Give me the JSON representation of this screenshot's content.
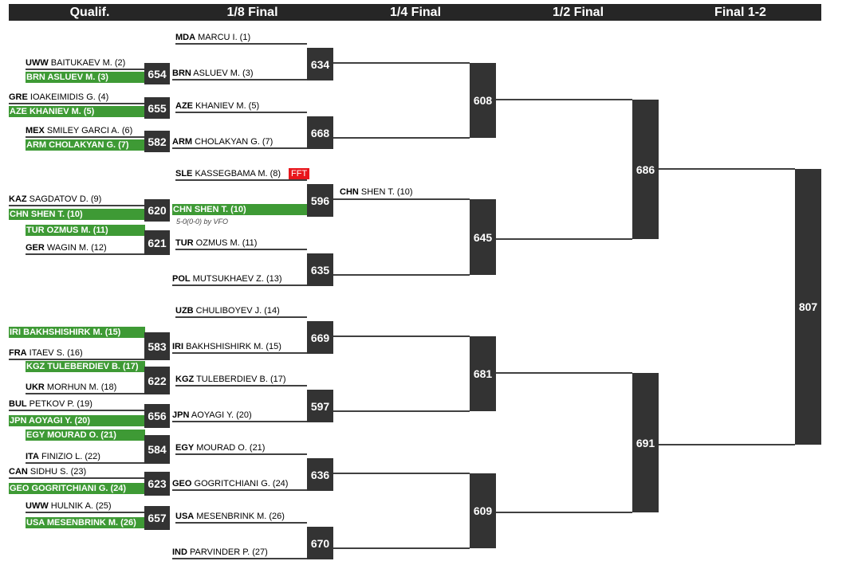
{
  "headers": [
    "Qualif.",
    "1/8 Final",
    "1/4 Final",
    "1/2 Final",
    "Final 1-2"
  ],
  "colors": {
    "header_bg": "#262626",
    "winner_green": "#3e9a35",
    "match_box": "#333333",
    "forfeit_red": "#e8161c"
  },
  "qualif": [
    {
      "top": {
        "c": "UWW",
        "n": "BAITUKAEV M. (2)"
      },
      "bottom": {
        "c": "BRN",
        "n": "ASLUEV M. (3)"
      },
      "winner": "bottom",
      "match": "654"
    },
    {
      "top": {
        "c": "GRE",
        "n": "IOAKEIMIDIS G. (4)"
      },
      "bottom": {
        "c": "AZE",
        "n": "KHANIEV M. (5)"
      },
      "winner": "bottom",
      "match": "655"
    },
    {
      "top": {
        "c": "MEX",
        "n": "SMILEY GARCI A. (6)"
      },
      "bottom": {
        "c": "ARM",
        "n": "CHOLAKYAN G. (7)"
      },
      "winner": "bottom",
      "match": "582"
    },
    {
      "top": {
        "c": "KAZ",
        "n": "SAGDATOV D. (9)"
      },
      "bottom": {
        "c": "CHN",
        "n": "SHEN T. (10)"
      },
      "winner": "bottom",
      "match": "620"
    },
    {
      "top": {
        "c": "TUR",
        "n": "OZMUS M. (11)"
      },
      "bottom": {
        "c": "GER",
        "n": "WAGIN M. (12)"
      },
      "winner": "top",
      "match": "621"
    },
    {
      "top": {
        "c": "IRI",
        "n": "BAKHSHISHIRK M. (15)"
      },
      "bottom": {
        "c": "FRA",
        "n": "ITAEV S. (16)"
      },
      "winner": "top",
      "match": "583"
    },
    {
      "top": {
        "c": "KGZ",
        "n": "TULEBERDIEV B. (17)"
      },
      "bottom": {
        "c": "UKR",
        "n": "MORHUN M. (18)"
      },
      "winner": "top",
      "match": "622"
    },
    {
      "top": {
        "c": "BUL",
        "n": "PETKOV P. (19)"
      },
      "bottom": {
        "c": "JPN",
        "n": "AOYAGI Y. (20)"
      },
      "winner": "bottom",
      "match": "656"
    },
    {
      "top": {
        "c": "EGY",
        "n": "MOURAD O. (21)"
      },
      "bottom": {
        "c": "ITA",
        "n": "FINIZIO L. (22)"
      },
      "winner": "top",
      "match": "584"
    },
    {
      "top": {
        "c": "CAN",
        "n": "SIDHU S. (23)"
      },
      "bottom": {
        "c": "GEO",
        "n": "GOGRITCHIANI G. (24)"
      },
      "winner": "bottom",
      "match": "623"
    },
    {
      "top": {
        "c": "UWW",
        "n": "HULNIK A. (25)"
      },
      "bottom": {
        "c": "USA",
        "n": "MESENBRINK M. (26)"
      },
      "winner": "bottom",
      "match": "657"
    }
  ],
  "eighth": [
    {
      "top": {
        "c": "MDA",
        "n": "MARCU I. (1)"
      },
      "bottom": {
        "c": "BRN",
        "n": "ASLUEV M. (3)"
      },
      "match": "634"
    },
    {
      "top": {
        "c": "AZE",
        "n": "KHANIEV M. (5)"
      },
      "bottom": {
        "c": "ARM",
        "n": "CHOLAKYAN G. (7)"
      },
      "match": "668"
    },
    {
      "top": {
        "c": "SLE",
        "n": "KASSEGBAMA M. (8)",
        "badge": "FFT"
      },
      "bottom": {
        "c": "CHN",
        "n": "SHEN T. (10)"
      },
      "winner": "bottom",
      "note": "5-0(0-0) by VFO",
      "match": "596"
    },
    {
      "top": {
        "c": "TUR",
        "n": "OZMUS M. (11)"
      },
      "bottom": {
        "c": "POL",
        "n": "MUTSUKHAEV Z. (13)"
      },
      "match": "635"
    },
    {
      "top": {
        "c": "UZB",
        "n": "CHULIBOYEV J. (14)"
      },
      "bottom": {
        "c": "IRI",
        "n": "BAKHSHISHIRK M. (15)"
      },
      "match": "669"
    },
    {
      "top": {
        "c": "KGZ",
        "n": "TULEBERDIEV B. (17)"
      },
      "bottom": {
        "c": "JPN",
        "n": "AOYAGI Y. (20)"
      },
      "match": "597"
    },
    {
      "top": {
        "c": "EGY",
        "n": "MOURAD O. (21)"
      },
      "bottom": {
        "c": "GEO",
        "n": "GOGRITCHIANI G. (24)"
      },
      "match": "636"
    },
    {
      "top": {
        "c": "USA",
        "n": "MESENBRINK M. (26)"
      },
      "bottom": {
        "c": "IND",
        "n": "PARVINDER P. (27)"
      },
      "match": "670"
    }
  ],
  "quarter": [
    {
      "match": "608"
    },
    {
      "match": "645",
      "top": {
        "c": "CHN",
        "n": "SHEN T. (10)"
      }
    },
    {
      "match": "681"
    },
    {
      "match": "609"
    }
  ],
  "semi": [
    {
      "match": "686"
    },
    {
      "match": "691"
    }
  ],
  "final": {
    "match": "807"
  }
}
